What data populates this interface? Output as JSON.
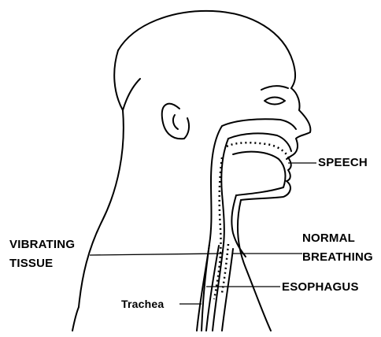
{
  "labels": {
    "speech": "SPEECH",
    "vibrating_line1": "VIBRATING",
    "vibrating_line2": "TISSUE",
    "normal_line1": "NORMAL",
    "normal_line2": "BREATHING",
    "esophagus": "ESOPHAGUS",
    "trachea": "Trachea"
  },
  "colors": {
    "ink": "#000000",
    "background": "#ffffff"
  }
}
